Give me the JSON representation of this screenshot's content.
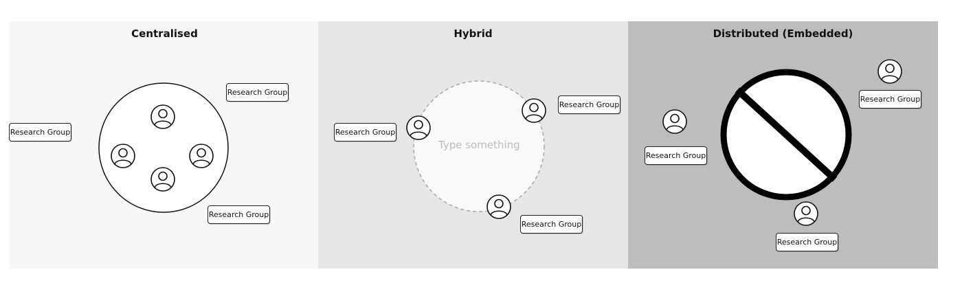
{
  "panels": {
    "centralised": {
      "title": "Centralised",
      "background": "#f7f7f7"
    },
    "hybrid": {
      "title": "Hybrid",
      "background": "#e6e6e6",
      "placeholder": "Type something"
    },
    "distributed": {
      "title": "Distributed (Embedded)",
      "background": "#bdbdbd"
    }
  },
  "labels": {
    "research_group": "Research Group"
  },
  "icons": {
    "person": "user-icon",
    "no_sign": "prohibited-icon"
  }
}
